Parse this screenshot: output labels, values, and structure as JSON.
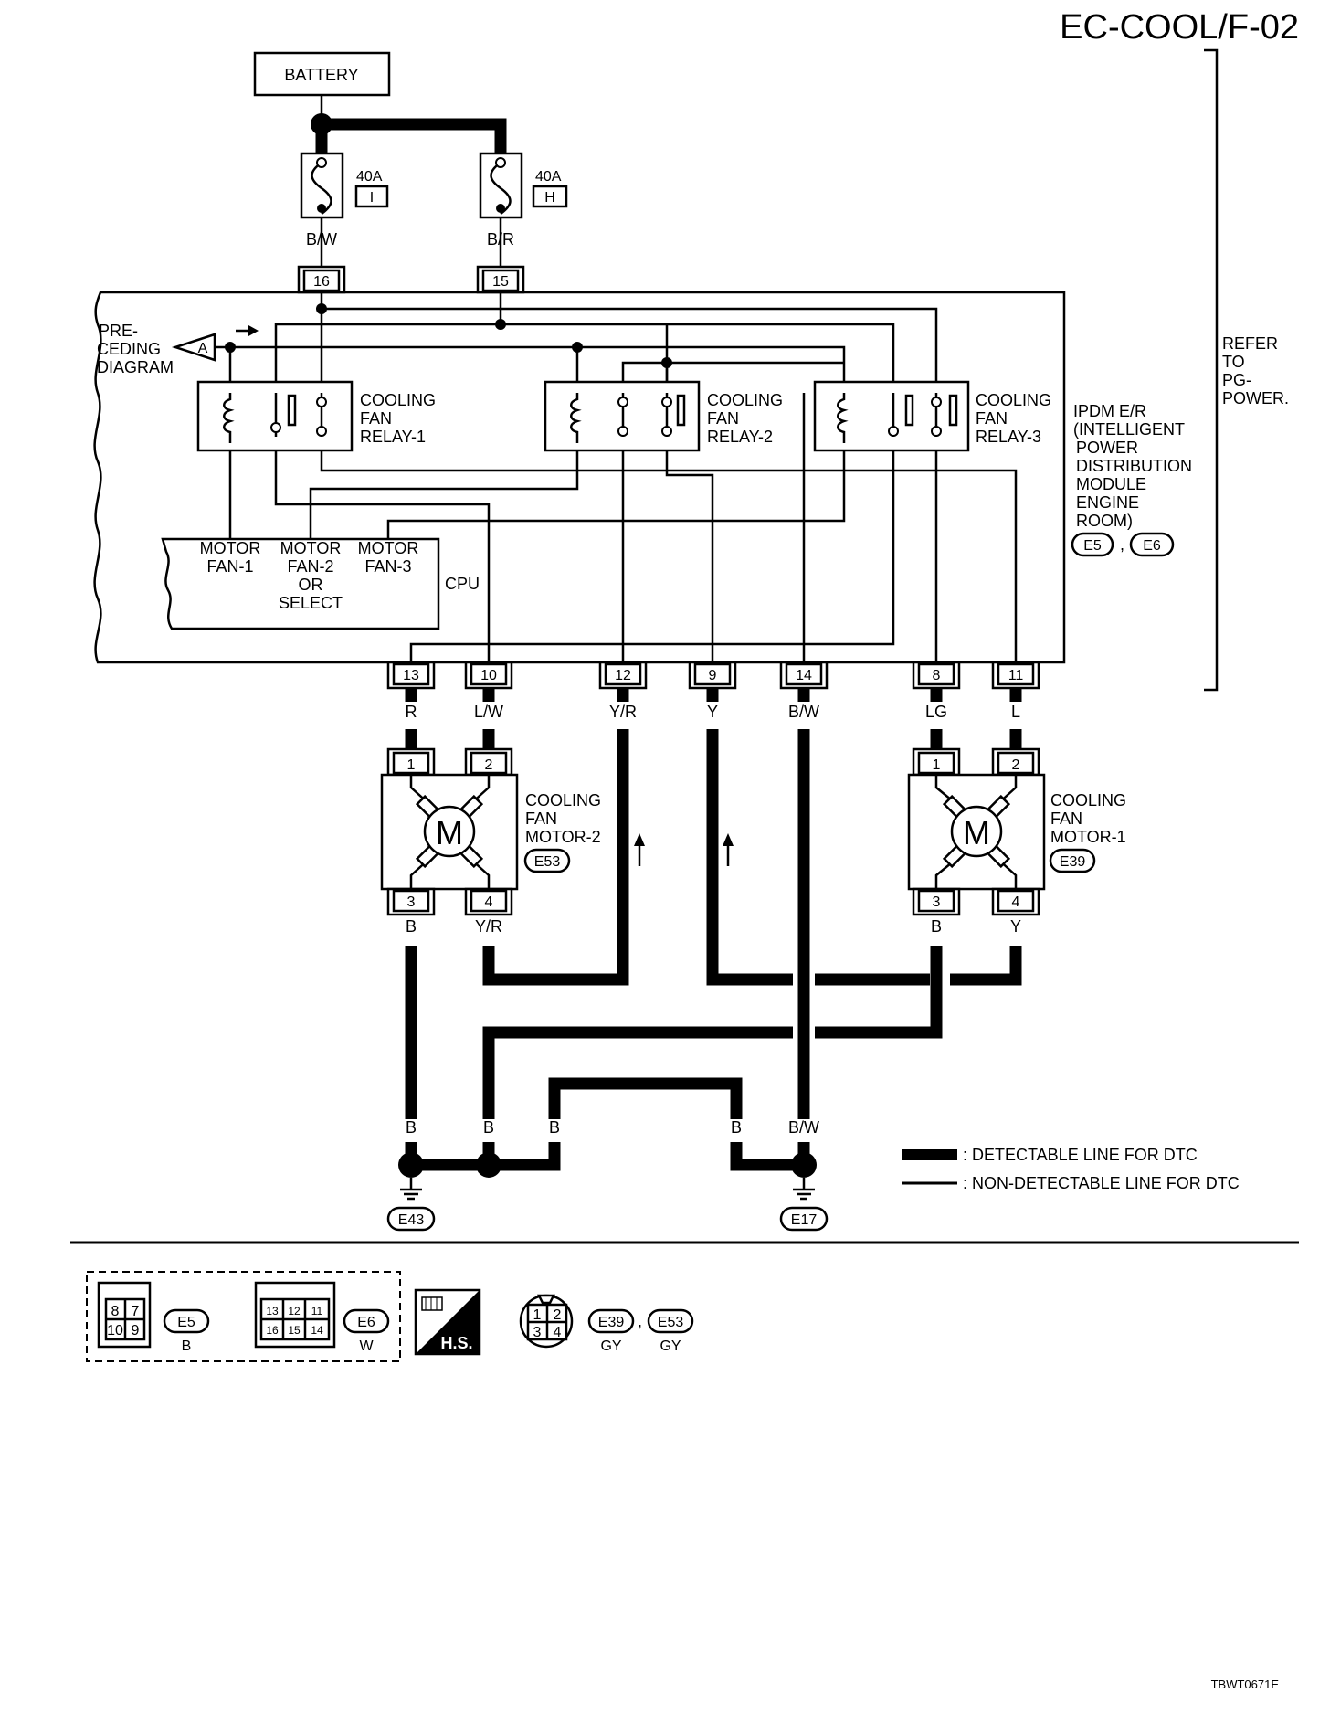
{
  "header": {
    "code": "EC-COOL/F-02",
    "footer_code": "TBWT0671E"
  },
  "battery": {
    "label": "BATTERY"
  },
  "fuses": [
    {
      "rating": "40A",
      "id": "I",
      "wire": "B/W",
      "terminal": "16"
    },
    {
      "rating": "40A",
      "id": "H",
      "wire": "B/R",
      "terminal": "15"
    }
  ],
  "preceding": {
    "lines": [
      "PRE-",
      "CEDING",
      "DIAGRAM"
    ],
    "tag": "A"
  },
  "relays": [
    {
      "lines": [
        "COOLING",
        "FAN",
        "RELAY-1"
      ]
    },
    {
      "lines": [
        "COOLING",
        "FAN",
        "RELAY-2"
      ]
    },
    {
      "lines": [
        "COOLING",
        "FAN",
        "RELAY-3"
      ]
    }
  ],
  "cpu": {
    "label": "CPU",
    "motor1": [
      "MOTOR",
      "FAN-1"
    ],
    "motor2": [
      "MOTOR",
      "FAN-2",
      "OR",
      "SELECT"
    ],
    "motor3": [
      "MOTOR",
      "FAN-3"
    ]
  },
  "ipdm": {
    "lines": [
      "IPDM E/R",
      "(INTELLIGENT",
      "POWER",
      "DISTRIBUTION",
      "MODULE",
      "ENGINE",
      "ROOM)"
    ],
    "connectors": [
      "E5",
      "E6"
    ],
    "sep": ","
  },
  "refer": {
    "lines": [
      "REFER",
      "TO",
      "PG-",
      "POWER."
    ]
  },
  "terminals": [
    {
      "num": "13",
      "wire": "R"
    },
    {
      "num": "10",
      "wire": "L/W"
    },
    {
      "num": "12",
      "wire": "Y/R"
    },
    {
      "num": "9",
      "wire": "Y"
    },
    {
      "num": "14",
      "wire": "B/W"
    },
    {
      "num": "8",
      "wire": "LG"
    },
    {
      "num": "11",
      "wire": "L"
    }
  ],
  "motors": [
    {
      "lines": [
        "COOLING",
        "FAN",
        "MOTOR-2"
      ],
      "connector": "E53",
      "symbol": "M",
      "pins": [
        "1",
        "2",
        "3",
        "4"
      ],
      "bottom_wires": [
        "B",
        "Y/R"
      ]
    },
    {
      "lines": [
        "COOLING",
        "FAN",
        "MOTOR-1"
      ],
      "connector": "E39",
      "symbol": "M",
      "pins": [
        "1",
        "2",
        "3",
        "4"
      ],
      "bottom_wires": [
        "B",
        "Y"
      ]
    }
  ],
  "ground_wires": [
    "B",
    "B",
    "B",
    "B",
    "B/W"
  ],
  "grounds": [
    "E43",
    "E17"
  ],
  "legend": [
    {
      "style": "thick",
      "text": ": DETECTABLE LINE FOR DTC"
    },
    {
      "style": "thin",
      "text": ": NON-DETECTABLE LINE FOR DTC"
    }
  ],
  "connector_views": [
    {
      "id": "E5",
      "color": "B",
      "cells": [
        [
          "8",
          "7"
        ],
        [
          "10",
          "9"
        ]
      ]
    },
    {
      "id": "E6",
      "color": "W",
      "cells": [
        [
          "13",
          "12",
          "11"
        ],
        [
          "16",
          "15",
          "14"
        ]
      ]
    }
  ],
  "hs_badge": {
    "text": "H.S."
  },
  "round_connector": {
    "cells": [
      "1",
      "2",
      "3",
      "4"
    ],
    "ids": [
      "E39",
      "E53"
    ],
    "colors": [
      "GY",
      "GY"
    ],
    "sep": ","
  }
}
